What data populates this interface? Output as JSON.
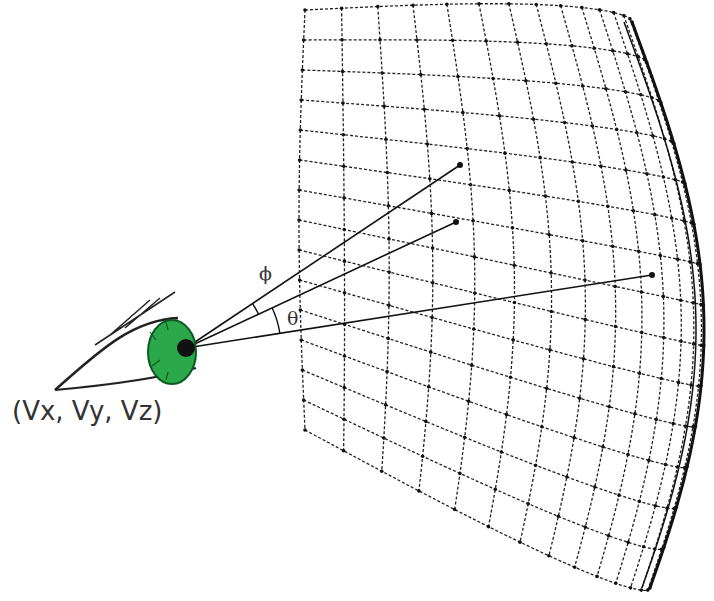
{
  "diagram": {
    "labels": [
      "(Vx, Vy, Vz)",
      "ϕ",
      "θ"
    ]
  }
}
